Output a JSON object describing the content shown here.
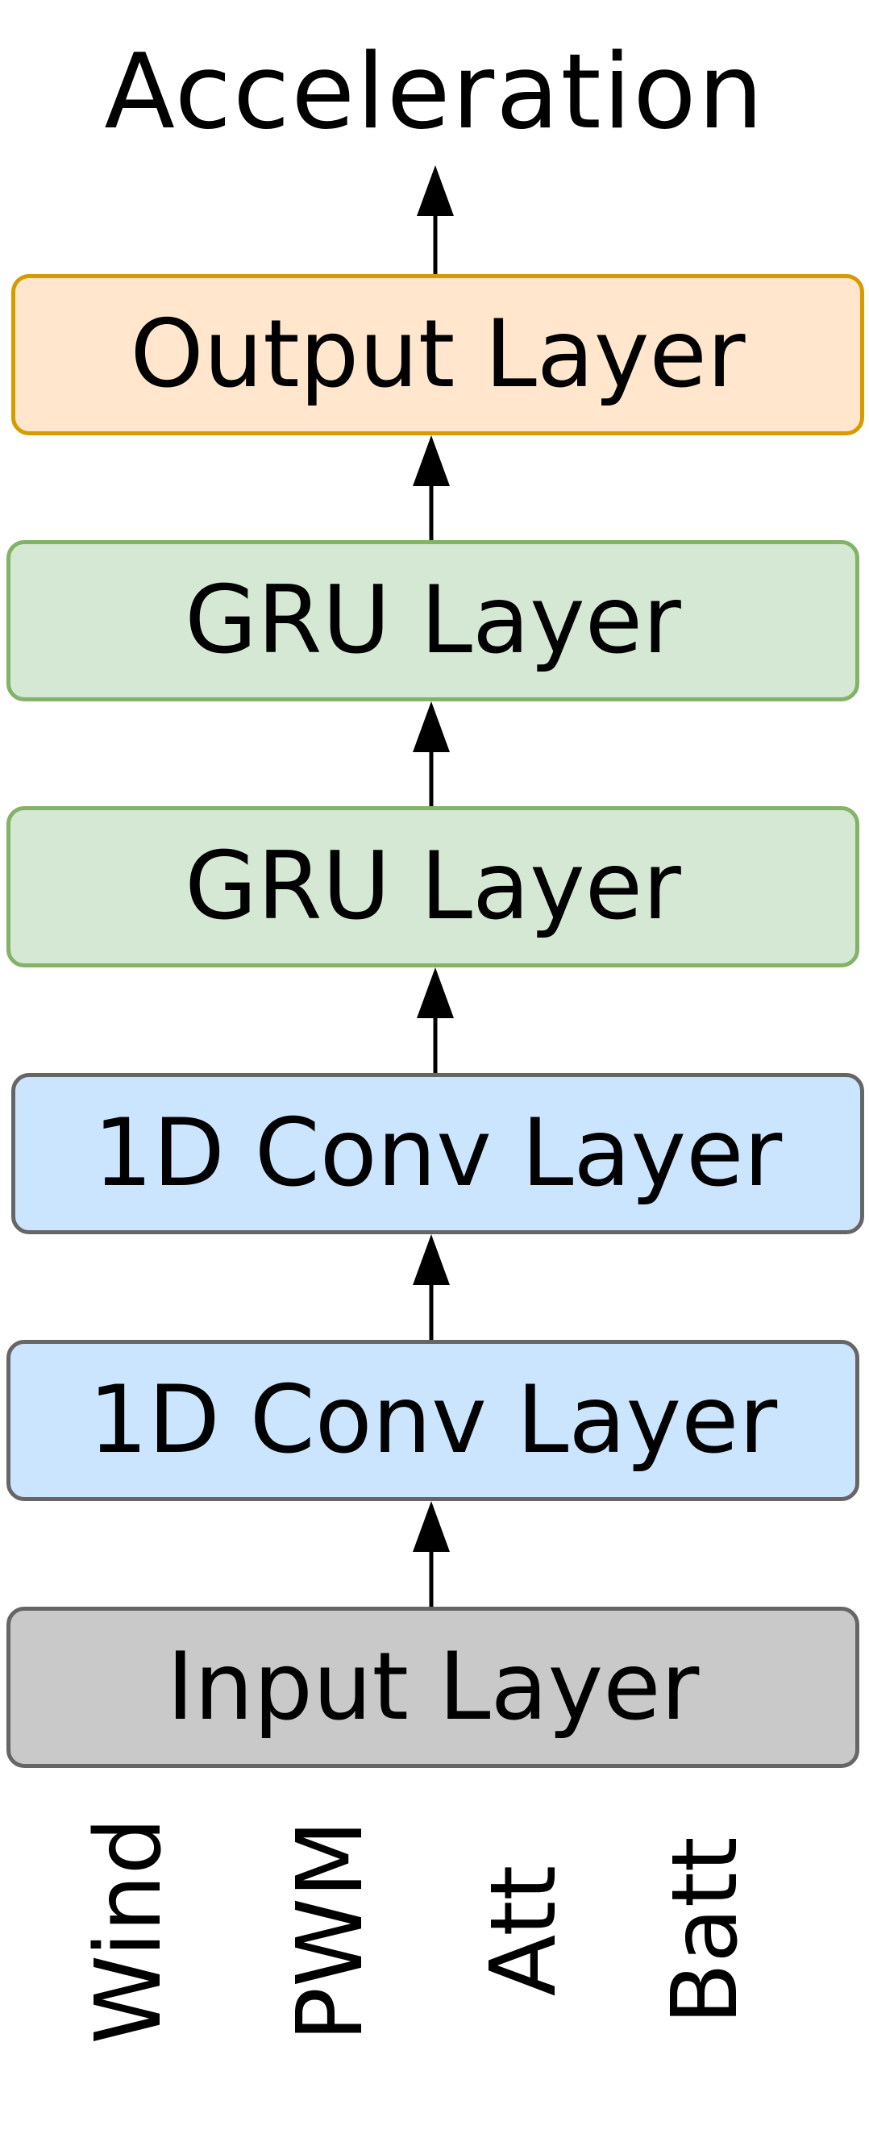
{
  "output_label": "Acceleration",
  "layers": [
    {
      "id": "output",
      "label": "Output Layer"
    },
    {
      "id": "gru-2",
      "label": "GRU Layer"
    },
    {
      "id": "gru-1",
      "label": "GRU Layer"
    },
    {
      "id": "conv-2",
      "label": "1D Conv Layer"
    },
    {
      "id": "conv-1",
      "label": "1D Conv Layer"
    },
    {
      "id": "input",
      "label": "Input Layer"
    }
  ],
  "inputs": [
    "Wind",
    "PWM",
    "Att",
    "Batt"
  ],
  "colors": {
    "output_fill": "#ffe6cc",
    "output_stroke": "#d79b00",
    "gru_fill": "#d5e8d4",
    "gru_stroke": "#82b366",
    "conv_fill": "#cce5ff",
    "conv_stroke": "#666666",
    "input_fill": "#c9c9c9",
    "input_stroke": "#666666",
    "arrow": "#000000"
  }
}
